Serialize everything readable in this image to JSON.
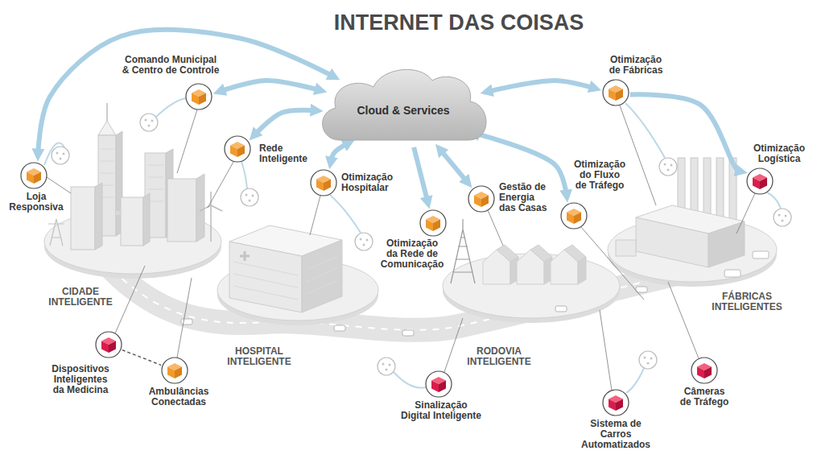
{
  "diagram": {
    "title": "INTERNET DAS COISAS",
    "nodes": [
      {
        "text": [
          "Cloud & Services"
        ]
      },
      {
        "text": [
          "Comando Municipal & Centro de Controle"
        ]
      },
      {
        "text": [
          "Otimização de Fábricas"
        ]
      },
      {
        "text": [
          "Rede Inteligente"
        ]
      },
      {
        "text": [
          "Loja Responsiva"
        ]
      },
      {
        "text": [
          "Otimização Hospitalar"
        ]
      },
      {
        "text": [
          "Otimização do Fluxo de Tráfego"
        ]
      },
      {
        "text": [
          "Otimização Logística"
        ]
      },
      {
        "text": [
          "Gestão de Energia das Casas"
        ]
      },
      {
        "text": [
          "Otimização da Rede de Comunicação"
        ]
      },
      {
        "text": [
          "Dispositivos Inteligentes da Medicina"
        ]
      },
      {
        "text": [
          "Ambulâncias Conectadas"
        ]
      },
      {
        "text": [
          "Sinalização Digital Inteligente"
        ]
      },
      {
        "text": [
          "Câmeras de Tráfego"
        ]
      },
      {
        "text": [
          "Sistema de Carros Automatizados"
        ]
      }
    ],
    "edges": [
      {
        "from": 0,
        "to": 4,
        "arrow": "both"
      },
      {
        "from": 0,
        "to": 1,
        "arrow": "both"
      },
      {
        "from": 0,
        "to": 2,
        "arrow": "both"
      },
      {
        "from": 0,
        "to": 3,
        "arrow": "both"
      },
      {
        "from": 0,
        "to": 5,
        "arrow": "both"
      },
      {
        "from": 0,
        "to": 8,
        "arrow": "both"
      },
      {
        "from": 0,
        "to": 6,
        "arrow": "both"
      },
      {
        "from": 0,
        "to": 9,
        "arrow": "to"
      },
      {
        "from": 2,
        "to": 7,
        "arrow": "to"
      },
      {
        "from": 10,
        "to": 11,
        "arrow": "none"
      }
    ],
    "labels": [
      "CIDADE INTELIGENTE",
      "HOSPITAL INTELIGENTE",
      "RODOVIA INTELIGENTE",
      "FÁBRICAS INTELIGENTES"
    ]
  }
}
